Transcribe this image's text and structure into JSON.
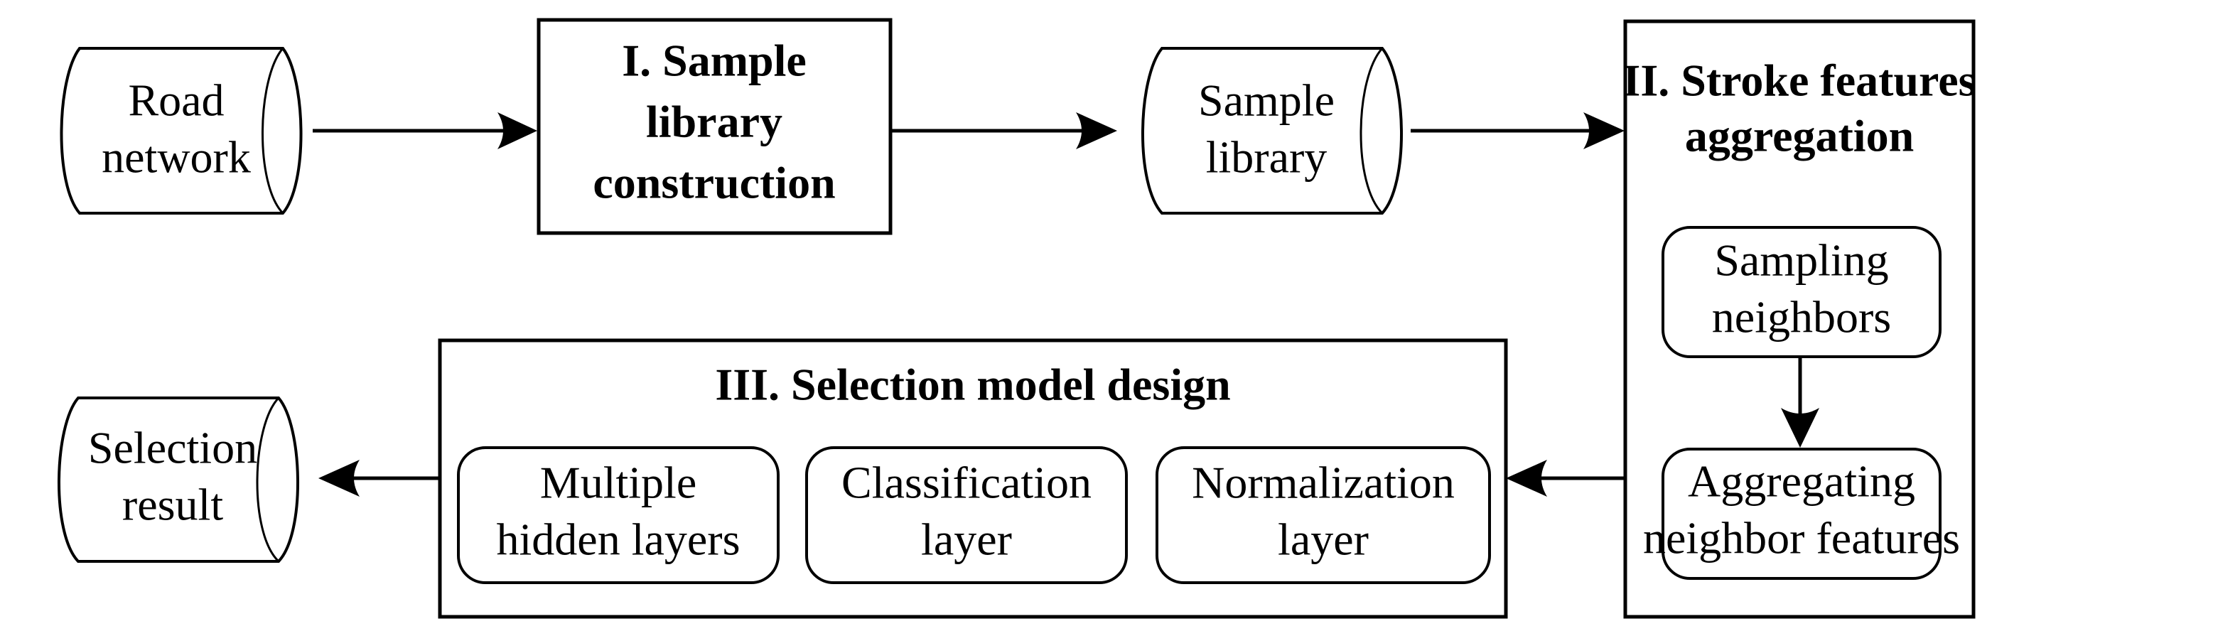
{
  "diagram": {
    "title": "Stroke selection workflow",
    "colors": {
      "stroke": "#000000",
      "fill": "#ffffff",
      "text": "#000000"
    },
    "nodes": {
      "road_network": {
        "label_line1": "Road",
        "label_line2": "network",
        "shape": "cylinder"
      },
      "stage1": {
        "label_line1": "I. Sample",
        "label_line2": "library",
        "label_line3": "construction",
        "shape": "rectangle"
      },
      "sample_library": {
        "label_line1": "Sample",
        "label_line2": "library",
        "shape": "cylinder"
      },
      "stage2": {
        "label_line1": "II. Stroke features",
        "label_line2": "aggregation",
        "shape": "panel"
      },
      "sampling_neighbors": {
        "label_line1": "Sampling",
        "label_line2": "neighbors",
        "shape": "rounded-rectangle"
      },
      "aggregating_neighbor_features": {
        "label_line1": "Aggregating",
        "label_line2": "neighbor features",
        "shape": "rounded-rectangle"
      },
      "stage3": {
        "label_line1": "III. Selection model design",
        "shape": "panel"
      },
      "multiple_hidden_layers": {
        "label_line1": "Multiple",
        "label_line2": "hidden layers",
        "shape": "rounded-rectangle"
      },
      "classification_layer": {
        "label_line1": "Classification",
        "label_line2": "layer",
        "shape": "rounded-rectangle"
      },
      "normalization_layer": {
        "label_line1": "Normalization",
        "label_line2": "layer",
        "shape": "rounded-rectangle"
      },
      "selection_result": {
        "label_line1": "Selection",
        "label_line2": "result",
        "shape": "cylinder"
      }
    },
    "edges": [
      {
        "id": "e1",
        "from": "road_network",
        "to": "stage1",
        "direction": "right"
      },
      {
        "id": "e2",
        "from": "stage1",
        "to": "sample_library",
        "direction": "right"
      },
      {
        "id": "e3",
        "from": "sample_library",
        "to": "stage2",
        "direction": "right"
      },
      {
        "id": "e4",
        "from": "sampling_neighbors",
        "to": "aggregating_neighbor_features",
        "direction": "down"
      },
      {
        "id": "e5",
        "from": "stage2",
        "to": "stage3",
        "direction": "left"
      },
      {
        "id": "e6",
        "from": "stage3",
        "to": "selection_result",
        "direction": "left"
      }
    ]
  }
}
